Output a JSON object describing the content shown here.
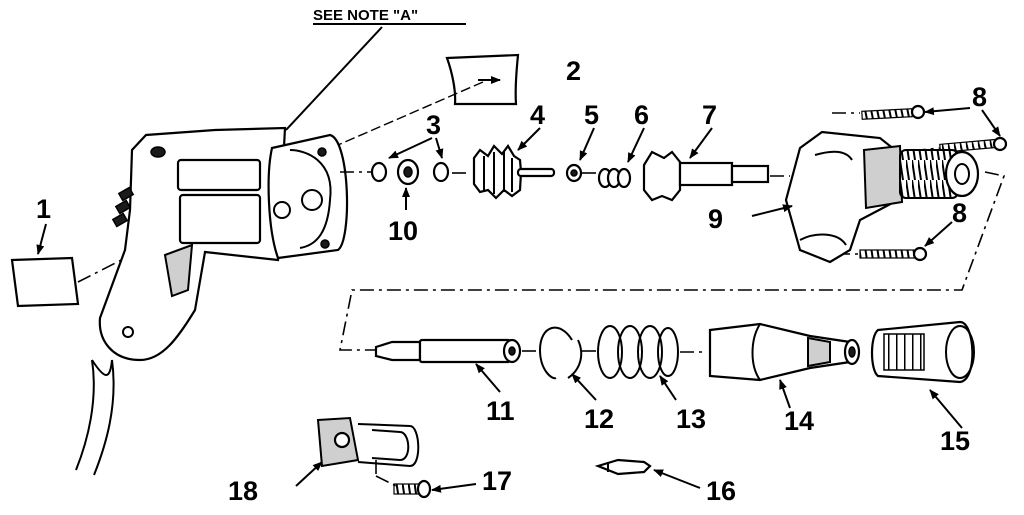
{
  "note": "SEE NOTE \"A\"",
  "callouts": [
    {
      "id": "1",
      "label": "1"
    },
    {
      "id": "2",
      "label": "2"
    },
    {
      "id": "3",
      "label": "3"
    },
    {
      "id": "4",
      "label": "4"
    },
    {
      "id": "5",
      "label": "5"
    },
    {
      "id": "6",
      "label": "6"
    },
    {
      "id": "7",
      "label": "7"
    },
    {
      "id": "8a",
      "label": "8"
    },
    {
      "id": "8b",
      "label": "8"
    },
    {
      "id": "9",
      "label": "9"
    },
    {
      "id": "10",
      "label": "10"
    },
    {
      "id": "11",
      "label": "11"
    },
    {
      "id": "12",
      "label": "12"
    },
    {
      "id": "13",
      "label": "13"
    },
    {
      "id": "14",
      "label": "14"
    },
    {
      "id": "15",
      "label": "15"
    },
    {
      "id": "16",
      "label": "16"
    },
    {
      "id": "17",
      "label": "17"
    },
    {
      "id": "18",
      "label": "18"
    }
  ]
}
